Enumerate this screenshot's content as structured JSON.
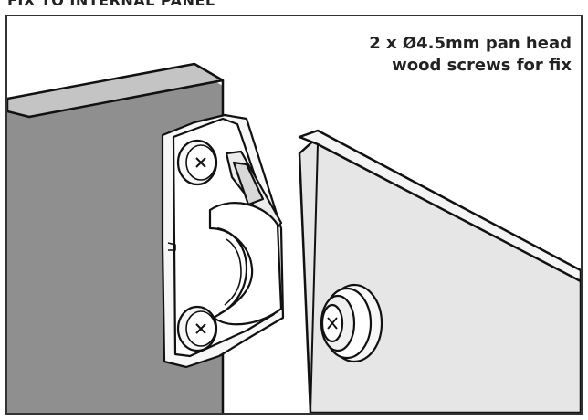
{
  "heading": "FIX TO INTERNAL PANEL",
  "callout": {
    "line1": "2 x Ø4.5mm pan head",
    "line2": "wood screws for fix"
  },
  "colors": {
    "panel_face": "#8f8f8f",
    "panel_edge": "#c4c4c4",
    "door_face": "#e6e6e6",
    "door_edge": "#f4f4f4",
    "outline": "#111111",
    "part_fill": "#f7f7f7"
  }
}
